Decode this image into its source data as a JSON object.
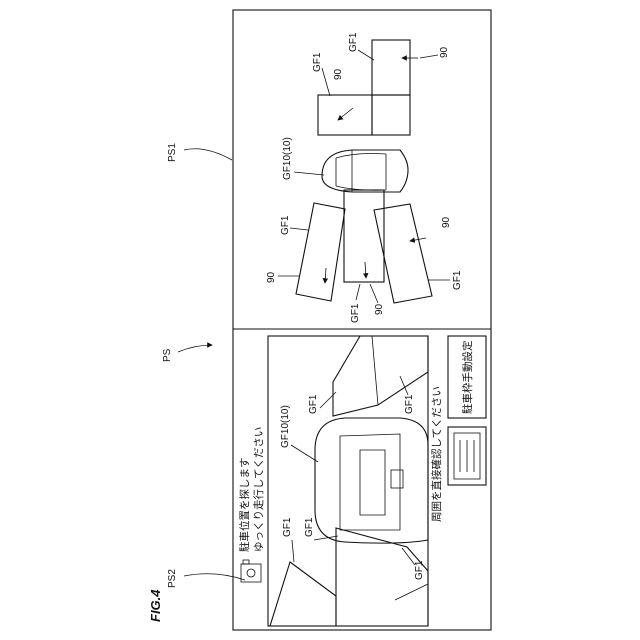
{
  "figure": {
    "caption": "FIG.4",
    "labels": {
      "screen": "PS",
      "overhead_screen": "PS1",
      "camera_screen": "PS2"
    }
  },
  "overhead_view": {
    "vehicle_label": "GF10(10)",
    "frame_label": "GF1",
    "space_label": "90"
  },
  "camera_view": {
    "instruction_line1": "駐車位置を探します",
    "instruction_line2": "ゆっくり走行してください",
    "vehicle_label": "GF10(10)",
    "frame_label": "GF1",
    "notice": "周囲を直接確認してください",
    "manual_setting_button": "駐車枠手動設定"
  }
}
